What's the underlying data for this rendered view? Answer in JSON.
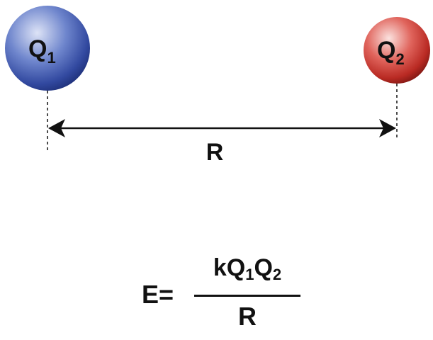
{
  "charges": [
    {
      "symbol": "Q",
      "subscript": "1",
      "color_highlight": "#d6ddf3",
      "color_mid": "#4763b9",
      "color_dark": "#1c2f78"
    },
    {
      "symbol": "Q",
      "subscript": "2",
      "color_highlight": "#f8dad7",
      "color_mid": "#d0433b",
      "color_dark": "#7c1712"
    }
  ],
  "distance": {
    "label": "R"
  },
  "formula": {
    "lhs": "E=",
    "numerator": {
      "k": "k",
      "q1": "Q",
      "q1_sub": "1",
      "q2": "Q",
      "q2_sub": "2"
    },
    "denominator": "R"
  }
}
